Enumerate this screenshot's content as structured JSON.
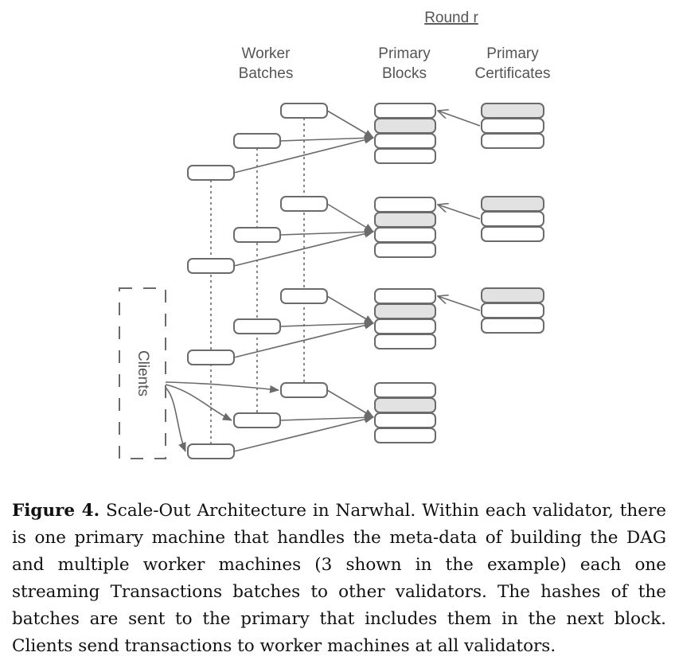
{
  "diagram": {
    "round_label": "Round r",
    "columns": {
      "worker_batches": [
        "Worker",
        "Batches"
      ],
      "primary_blocks": [
        "Primary",
        "Blocks"
      ],
      "primary_certificates": [
        "Primary",
        "Certificates"
      ]
    },
    "clients_label": "Clients",
    "colors": {
      "stroke": "#6b6b6b",
      "shaded_fill": "#e2e2e2",
      "plain_fill": "#ffffff",
      "text": "#555555"
    }
  },
  "caption": {
    "label": "Figure 4.",
    "text": "Scale-Out Architecture in Narwhal. Within each validator, there is one primary machine that handles the meta-data of building the DAG and multiple worker machines (3 shown in the example) each one streaming Transactions batches to other validators. The hashes of the batches are sent to the primary that includes them in the next block. Clients send transactions to worker machines at all validators."
  }
}
